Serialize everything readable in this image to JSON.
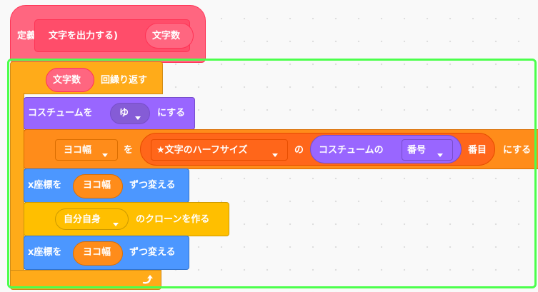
{
  "define_block": {
    "keyword": "定義",
    "label": "文字を出力する)",
    "param": "文字数"
  },
  "repeat_block": {
    "count_reporter": "文字数",
    "label": "回繰り返す"
  },
  "switch_costume_block": {
    "prefix": "コスチュームを",
    "value": "ゆ",
    "suffix": "にする"
  },
  "set_var_block": {
    "variable": "ヨコ幅",
    "to_label": "を",
    "list_name": "★文字のハーフサイズ",
    "of_label": "の",
    "costume_reporter_prefix": "コスチュームの",
    "costume_reporter_option": "番号",
    "index_suffix": "番目",
    "suffix": "にする"
  },
  "change_x_block_1": {
    "prefix": "x座標を",
    "value": "ヨコ幅",
    "suffix": "ずつ変える"
  },
  "create_clone_block": {
    "option": "自分自身",
    "suffix": "のクローンを作る"
  },
  "change_x_block_2": {
    "prefix": "x座標を",
    "value": "ヨコ幅",
    "suffix": "ずつ変える"
  },
  "repeat_end": {
    "icon": "loop-arrow-icon"
  },
  "colors": {
    "my_blocks": "#ff6680",
    "control": "#ffab19",
    "looks": "#9966ff",
    "variables": "#ff8c1a",
    "motion": "#4c97ff",
    "control_light": "#ffbf00",
    "selection": "#4cff4c"
  }
}
